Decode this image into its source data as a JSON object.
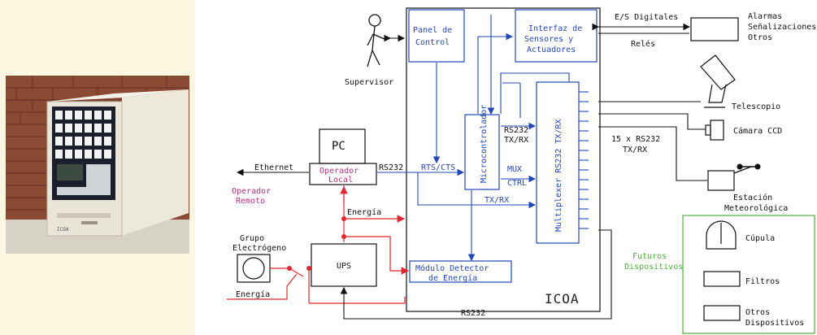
{
  "diagram": {
    "title_box": "ICOA",
    "blocks": {
      "panel": {
        "line1": "Panel de",
        "line2": "Control"
      },
      "interfaz": {
        "line1": "Interfaz de",
        "line2": "Sensores y",
        "line3": "Actuadores"
      },
      "micro": "Microcontrolador",
      "multiplexer": "Multiplexer RS232 TX/RX",
      "detector": {
        "line1": "Módulo Detector",
        "line2": "de Energía"
      },
      "pc": "PC",
      "operador_local": {
        "line1": "Operador",
        "line2": "Local"
      },
      "ups": "UPS",
      "grupo": {
        "line1": "Grupo",
        "line2": "Electrógeno"
      }
    },
    "labels": {
      "supervisor": "Supervisor",
      "ethernet": "Ethernet",
      "rs232_pc": "RS232",
      "operador_remoto": {
        "line1": "Operador",
        "line2": "Remoto"
      },
      "rts_cts": "RTS/CTS",
      "mux": "MUX",
      "ctrl": "CTRL",
      "tx_rx_bus": "TX/RX",
      "rs232_micro": {
        "line1": "RS232",
        "line2": "TX/RX"
      },
      "energia_top": "Energía",
      "energia_bottom": "Energía",
      "rs232_bottom": "RS232",
      "es_digitales": "E/S Digitales",
      "reles": "Relés",
      "rs232x15": {
        "line1": "15 x RS232",
        "line2": "TX/RX"
      }
    },
    "devices": {
      "alarmas": {
        "line1": "Alarmas",
        "line2": "Señalizaciones",
        "line3": "Otros"
      },
      "telescopio": "Telescopio",
      "camara": "Cámara CCD",
      "estacion": {
        "line1": "Estación",
        "line2": "Meteorológica"
      }
    },
    "futuros": {
      "title": {
        "line1": "Futuros",
        "line2": "Dispositivos"
      },
      "items": [
        "Cúpula",
        "Filtros",
        "Otros"
      ],
      "items_extra": "Dispositivos"
    },
    "colors": {
      "blue": "#2347b8",
      "red": "#e0282e",
      "pink": "#b4307f",
      "green": "#4caf3a",
      "black": "#111111"
    }
  }
}
